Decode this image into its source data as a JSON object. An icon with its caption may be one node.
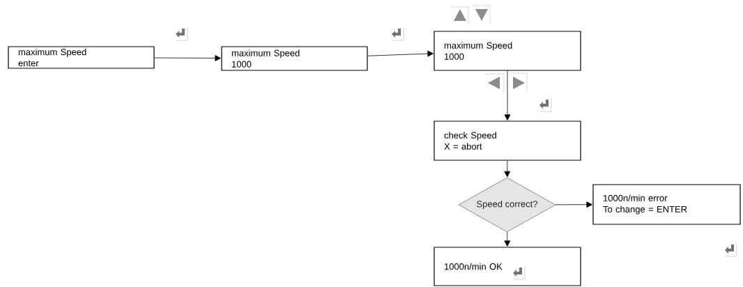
{
  "diagram": {
    "nodes": [
      {
        "text": [
          "maximum Speed",
          "enter"
        ]
      },
      {
        "text": [
          "maximum Speed",
          "1000"
        ]
      },
      {
        "text": [
          "maximum Speed",
          "1000"
        ]
      },
      {
        "text": [
          "check Speed",
          "X = abort"
        ]
      },
      {
        "text": [
          "Speed correct?"
        ]
      },
      {
        "text": [
          "1000n/min error",
          "To change = ENTER"
        ]
      },
      {
        "text": [
          "1000n/min OK"
        ]
      }
    ],
    "edges": [
      {
        "from": 0,
        "to": 1,
        "arrow": "to"
      },
      {
        "from": 1,
        "to": 2,
        "arrow": "to"
      },
      {
        "from": 2,
        "to": 3,
        "arrow": "to"
      },
      {
        "from": 3,
        "to": 4,
        "arrow": "to"
      },
      {
        "from": 4,
        "to": 5,
        "arrow": "to"
      },
      {
        "from": 4,
        "to": 6,
        "arrow": "to"
      }
    ]
  }
}
